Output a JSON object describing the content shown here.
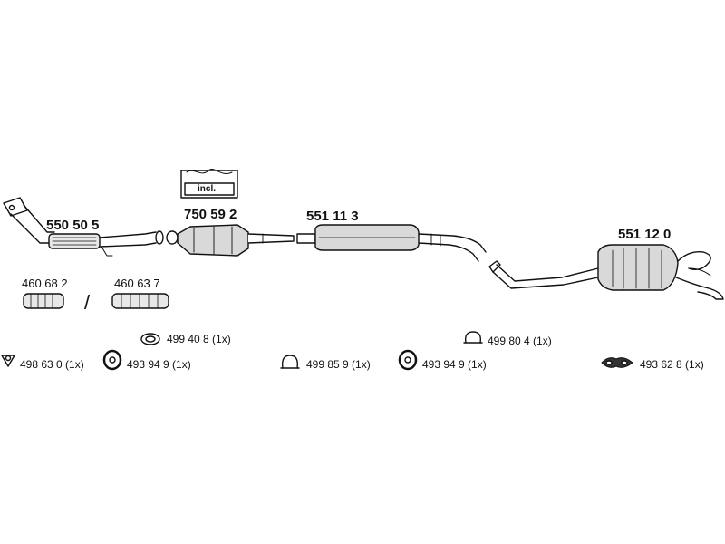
{
  "parts": {
    "front_pipe": "550 50 5",
    "catalytic_converter": "750 59 2",
    "incl": "incl.",
    "middle_silencer": "551 11 3",
    "rear_silencer": "551 12 0"
  },
  "flex_pipes": {
    "left": "460 68 2",
    "right": "460 63 7",
    "separator": "/"
  },
  "accessories": [
    {
      "label": "499 40 8 (1x)",
      "icon": "ring-hanger-icon"
    },
    {
      "label": "499 80 4 (1x)",
      "icon": "hanger-icon"
    },
    {
      "label": "498 63 0 (1x)",
      "icon": "gasket-icon"
    },
    {
      "label": "493 94 9 (1x)",
      "icon": "rubber-mount-icon"
    },
    {
      "label": "499 85 9 (1x)",
      "icon": "hanger-icon"
    },
    {
      "label": "493 94 9 (1x)",
      "icon": "rubber-mount-icon"
    },
    {
      "label": "493 62 8 (1x)",
      "icon": "double-ring-hanger-icon"
    }
  ]
}
